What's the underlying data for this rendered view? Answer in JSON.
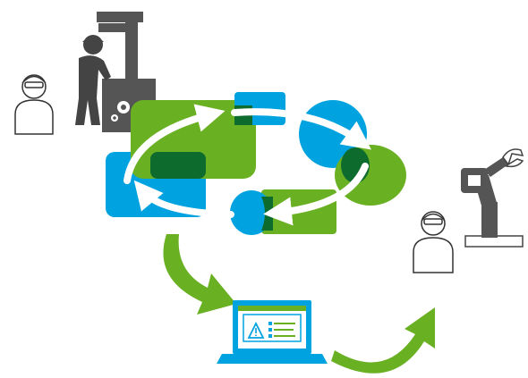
{
  "diagram": {
    "nodes": [
      {
        "id": "inspector-worker",
        "role": "worker-with-hard-hat-and-safety-glasses"
      },
      {
        "id": "machine-operator",
        "role": "operator-climbing-machine"
      },
      {
        "id": "data-cycle",
        "role": "circular-data-flow"
      },
      {
        "id": "laptop",
        "role": "laptop-with-warning-dashboard"
      },
      {
        "id": "robot-operator",
        "role": "worker-with-hard-hat-and-safety-glasses"
      },
      {
        "id": "robot-arm",
        "role": "industrial-robot-arm"
      }
    ],
    "flows": [
      {
        "from": "data-cycle",
        "to": "laptop",
        "style": "curved-arrow"
      },
      {
        "from": "laptop",
        "to": "robot-arm",
        "style": "curved-arrow"
      }
    ]
  },
  "colors": {
    "green": "#6ab023",
    "dark_green": "#0d6b2e",
    "blue": "#00a3e0",
    "dark_gray": "#444444",
    "light_gray": "#b0b0b0",
    "white": "#ffffff"
  },
  "icons": [
    "person-outline-icon",
    "machine-operator-icon",
    "gear-icon",
    "cycle-arrows-icon",
    "laptop-icon",
    "warning-icon",
    "robot-arm-icon",
    "curved-arrow-icon"
  ]
}
